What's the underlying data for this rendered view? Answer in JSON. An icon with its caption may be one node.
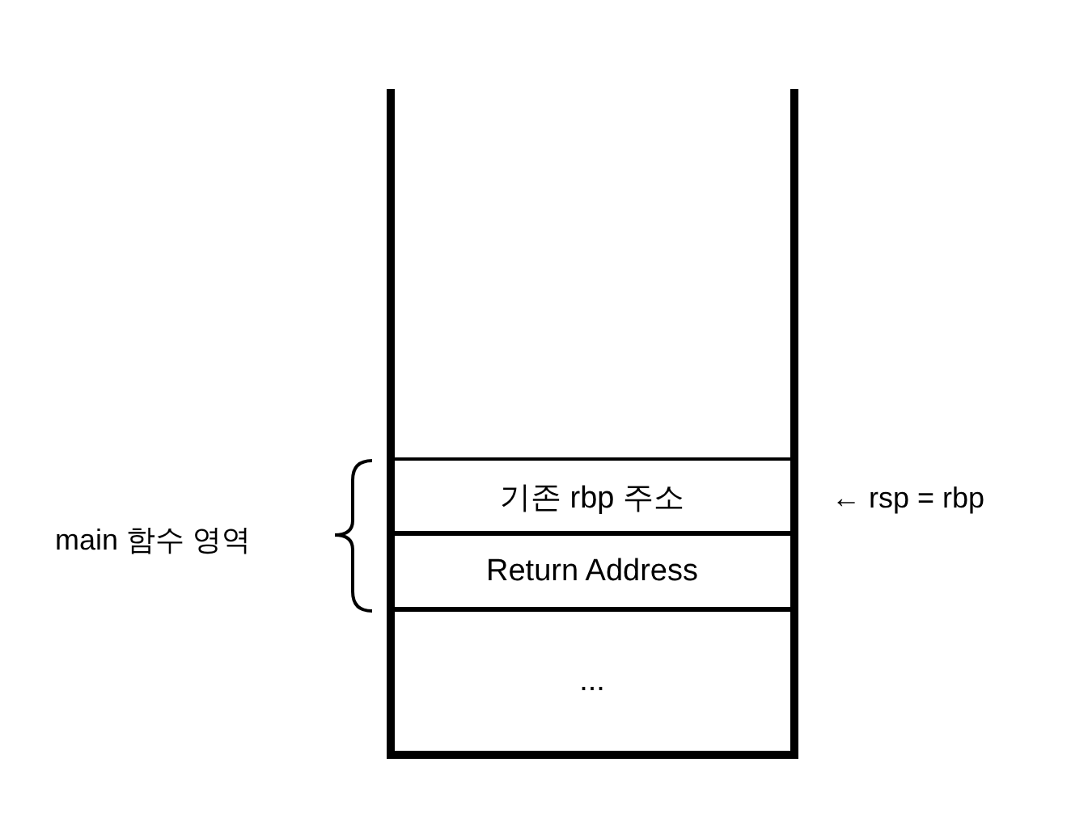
{
  "diagram": {
    "nodes": [
      {
        "text": [
          "기존 rbp 주소"
        ]
      },
      {
        "text": [
          "Return Address"
        ]
      },
      {
        "text": [
          "..."
        ]
      }
    ],
    "edges": [],
    "labels": [
      "main 함수 영역",
      "← rsp = rbp"
    ]
  }
}
